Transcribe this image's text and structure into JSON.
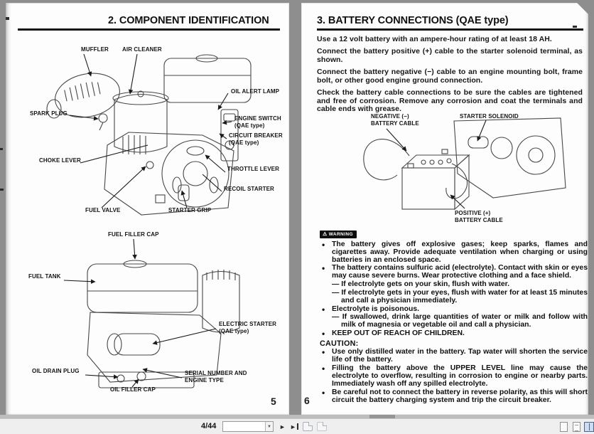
{
  "viewer": {
    "toolbar": {
      "page_indicator": "4/44",
      "page_input_value": "",
      "combo_caret": "▼",
      "next_page_glyph": "►",
      "last_page_glyph": "►"
    },
    "colors": {
      "background": "#8e8e8e",
      "page": "#fdfdfd",
      "toolbar_bg": "#efefef",
      "active_view_accent": "#46648c",
      "ink": "#141414"
    }
  },
  "left_page": {
    "title": "2. COMPONENT IDENTIFICATION",
    "page_number": "5",
    "diagram1_labels": [
      {
        "text": "MUFFLER"
      },
      {
        "text": "AIR CLEANER"
      },
      {
        "text": "OIL ALERT LAMP"
      },
      {
        "text": "SPARK PLUG"
      },
      {
        "text": "ENGINE SWITCH\n(QAE type)"
      },
      {
        "text": "CIRCUIT BREAKER\n(QAE type)"
      },
      {
        "text": "CHOKE LEVER"
      },
      {
        "text": "THROTTLE LEVER"
      },
      {
        "text": "RECOIL STARTER"
      },
      {
        "text": "FUEL VALVE"
      },
      {
        "text": "STARTER GRIP"
      }
    ],
    "diagram2_labels": [
      {
        "text": "FUEL FILLER CAP"
      },
      {
        "text": "FUEL TANK"
      },
      {
        "text": "ELECTRIC STARTER\n(QAE type)"
      },
      {
        "text": "OIL DRAIN PLUG"
      },
      {
        "text": "SERIAL NUMBER AND\nENGINE TYPE"
      },
      {
        "text": "OIL FILLER CAP"
      }
    ]
  },
  "right_page": {
    "title": "3. BATTERY CONNECTIONS (QAE type)",
    "page_number": "6",
    "paragraphs": [
      "Use a 12 volt battery with an ampere-hour rating of at least 18 AH.",
      "Connect the battery positive (+) cable to the starter solenoid terminal, as shown.",
      "Connect the battery negative (−) cable to an engine mounting bolt, frame bolt, or other good engine ground connection.",
      "Check the battery cable connections to be sure the cables are tightened and free of corrosion. Remove any corrosion and coat the terminals and cable ends with grease."
    ],
    "diagram_labels": [
      {
        "text": "NEGATIVE (−)\nBATTERY CABLE"
      },
      {
        "text": "STARTER SOLENOID"
      },
      {
        "text": "POSITIVE (+)\nBATTERY CABLE"
      }
    ],
    "warning_icon_glyph": "⚠",
    "warning_badge": "WARNING",
    "warning_items": [
      {
        "type": "bullet",
        "text": "The battery gives off explosive gases; keep sparks, flames and cigarettes away. Provide adequate ventilation when charging or using batteries in an enclosed space."
      },
      {
        "type": "bullet",
        "text": "The battery contains sulfuric acid (electrolyte). Contact with skin or eyes may cause severe burns. Wear protective clothing and a face shield."
      },
      {
        "type": "dash",
        "text": "— If electrolyte gets on your skin, flush with water."
      },
      {
        "type": "dash",
        "text": "— If electrolyte gets in your eyes, flush with water for at least 15 minutes and call a physician immediately."
      },
      {
        "type": "bullet",
        "text": "Electrolyte is poisonous."
      },
      {
        "type": "dash",
        "text": "— If swallowed, drink large quantities of water or milk and follow with milk of magnesia or vegetable oil and call a physician."
      },
      {
        "type": "bullet",
        "text": "KEEP OUT OF REACH OF CHILDREN."
      }
    ],
    "caution_title": "CAUTION:",
    "caution_items": [
      {
        "text": "Use only distilled water in the battery. Tap water will shorten the service life of the battery."
      },
      {
        "text": "Filling the battery above the UPPER LEVEL line may cause the electrolyte to overflow, resulting in corrosion to engine or nearby parts. Immediately wash off any spilled electrolyte."
      },
      {
        "text": "Be careful not to connect the battery in reverse polarity, as this will short circuit the battery charging system and trip the circuit breaker."
      }
    ]
  }
}
